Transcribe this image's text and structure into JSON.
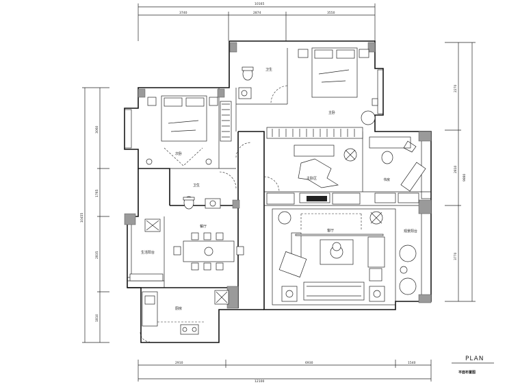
{
  "dimensions": {
    "top_total": "10165",
    "top_segments": [
      "3740",
      "2874",
      "3550"
    ],
    "bottom_total": "12100",
    "bottom_segments": [
      "2910",
      "6930",
      "1540"
    ],
    "left_total": "10455",
    "left_segments": [
      "3060",
      "1765",
      "2835",
      "1810"
    ],
    "right_total": "9880",
    "right_segments": [
      "2270",
      "2810",
      "3770"
    ]
  },
  "rooms": {
    "bath_top": "卫生",
    "master_bedroom": "主卧",
    "bedroom_left": "次卧",
    "bath_left": "卫生",
    "living_top": "主卧区",
    "study": "书房",
    "dining": "餐厅",
    "laundry": "生活阳台",
    "living": "客厅",
    "balcony": "观景阳台",
    "kitchen": "厨房"
  },
  "legend": {
    "plan_label": "PLAN",
    "plan_subtitle": "平面布置图"
  }
}
